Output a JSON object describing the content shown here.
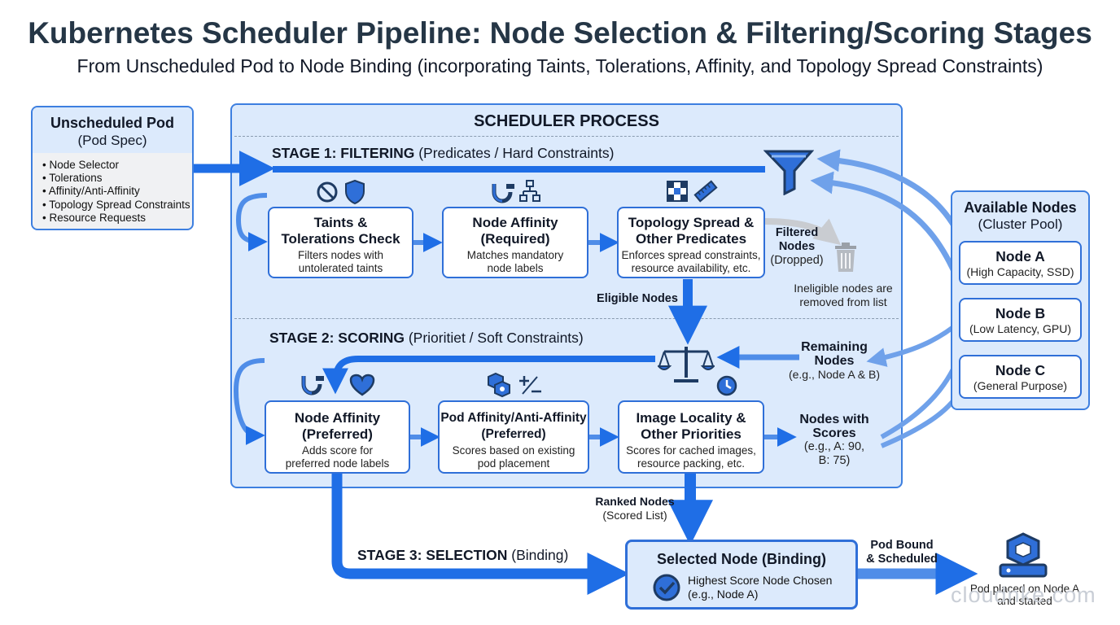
{
  "header": {
    "title": "Kubernetes Scheduler Pipeline: Node Selection & Filtering/Scoring Stages",
    "subtitle": "From Unscheduled Pod to Node Binding (incorporating Taints, Tolerations, Affinity, and Topology Spread Constraints)"
  },
  "pod": {
    "title": "Unscheduled Pod",
    "subtitle": "(Pod Spec)",
    "items": [
      "• Node Selector",
      "• Tolerations",
      "• Affinity/Anti-Affinity",
      "• Topology Spread Constraints",
      "• Resource Requests"
    ]
  },
  "scheduler": {
    "title": "SCHEDULER PROCESS",
    "stage1": {
      "bold": "STAGE 1: FILTERING",
      "rest": " (Predicates / Hard Constraints)"
    },
    "stage2": {
      "bold": "STAGE 2: SCORING",
      "rest": " (Prioritiet / Soft Constraints)"
    },
    "stage3": {
      "bold": "STAGE 3: SELECTION",
      "rest": " (Binding)"
    }
  },
  "filters": [
    {
      "title1": "Taints &",
      "title2": "Tolerations Check",
      "desc1": "Filters nodes with",
      "desc2": "untolerated taints"
    },
    {
      "title1": "Node Affinity",
      "title2": "(Required)",
      "desc1": "Matches mandatory",
      "desc2": "node labels"
    },
    {
      "title1": "Topology Spread &",
      "title2": "Other Predicates",
      "desc1": "Enforces spread constraints,",
      "desc2": "resource availability, etc."
    }
  ],
  "scorers": [
    {
      "title1": "Node Affinity",
      "title2": "(Preferred)",
      "desc1": "Adds score for",
      "desc2": "preferred node labels"
    },
    {
      "title1": "Pod Affinity/Anti-Affinity",
      "title2": "(Preferred)",
      "desc1": "Scores based on existing",
      "desc2": "pod placement"
    },
    {
      "title1": "Image Locality &",
      "title2": "Other Priorities",
      "desc1": "Scores for cached images,",
      "desc2": "resource packing, etc."
    }
  ],
  "labels": {
    "filtered_1": "Filtered",
    "filtered_2": "Nodes",
    "filtered_3": "(Dropped)",
    "ineligible_1": "Ineligible nodes are",
    "ineligible_2": "removed from list",
    "eligible": "Eligible Nodes",
    "remaining_1": "Remaining",
    "remaining_2": "Nodes",
    "remaining_3": "(e.g., Node A & B)",
    "scores_1": "Nodes with",
    "scores_2": "Scores",
    "scores_3": "(e.g., A: 90,",
    "scores_4": "B: 75)",
    "ranked_1": "Ranked Nodes",
    "ranked_2": "(Scored List)",
    "bound_1": "Pod Bound",
    "bound_2": "& Scheduled",
    "placed_1": "Pod placed on Node A",
    "placed_2": "and started"
  },
  "available": {
    "title": "Available Nodes",
    "subtitle": "(Cluster Pool)",
    "nodes": [
      {
        "name": "Node A",
        "desc": "(High Capacity, SSD)"
      },
      {
        "name": "Node B",
        "desc": "(Low Latency, GPU)"
      },
      {
        "name": "Node C",
        "desc": "(General Purpose)"
      }
    ]
  },
  "selected": {
    "title": "Selected Node (Binding)",
    "desc1": "Highest Score Node Chosen",
    "desc2": "(e.g., Node A)"
  },
  "watermark": "cloudnke.com",
  "colors": {
    "accent": "#2f6fd8",
    "arrow": "#1f6ee6",
    "panel": "#dceafc",
    "light_arrow": "#6fa1ea"
  },
  "icons": [
    "ban-icon",
    "shield-icon",
    "magnet-icon",
    "hierarchy-icon",
    "grid-icon",
    "ruler-icon",
    "funnel-icon",
    "trash-icon",
    "scale-icon",
    "clock-icon",
    "heart-icon",
    "pod-affinity-icon",
    "plus-minus-icon",
    "check-circle-icon",
    "cube-server-icon"
  ]
}
